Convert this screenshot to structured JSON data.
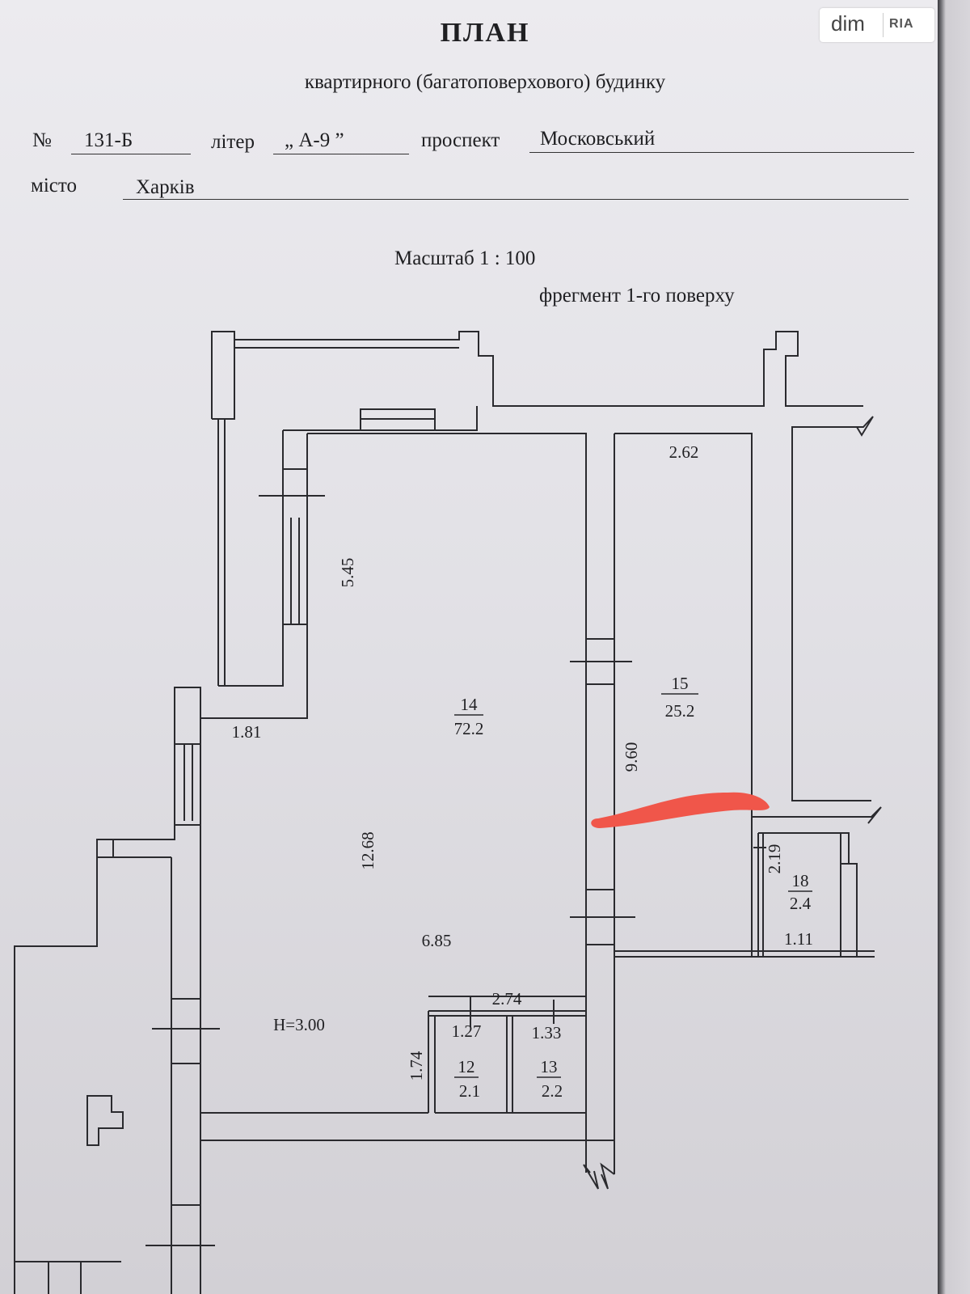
{
  "header": {
    "title": "ПЛАН",
    "subtitle": "квартирного (багатоповерхового) будинку",
    "number_label": "№",
    "number_value": "131-Б",
    "liter_label": "літер",
    "liter_value": "„ А-9 ”",
    "avenue_label": "проспект",
    "avenue_value": "Московський",
    "city_label": "місто",
    "city_value": "Харків",
    "scale": "Масштаб 1 : 100",
    "fragment": "фрегмент 1-го поверху"
  },
  "watermark": {
    "dim": "dim",
    "ria": "RIA",
    "bg_color": "#ffffff"
  },
  "plan": {
    "room_14_number": "14",
    "room_14_area": "72.2",
    "room_15_number": "15",
    "room_15_area": "25.2",
    "room_12_number": "12",
    "room_12_area": "2.1",
    "room_13_number": "13",
    "room_13_area": "2.2",
    "room_18_number": "18",
    "room_18_area": "2.4",
    "dim_545": "5.45",
    "dim_181": "1.81",
    "dim_1268": "12.68",
    "dim_685": "6.85",
    "dim_960": "9.60",
    "dim_262": "2.62",
    "dim_219": "2.19",
    "dim_111": "1.11",
    "dim_274": "2.74",
    "dim_127": "1.27",
    "dim_133": "1.33",
    "dim_174": "1.74",
    "height": "Н=3.00",
    "line_color": "#2a2a2e",
    "highlight_color": "#f0564a"
  }
}
